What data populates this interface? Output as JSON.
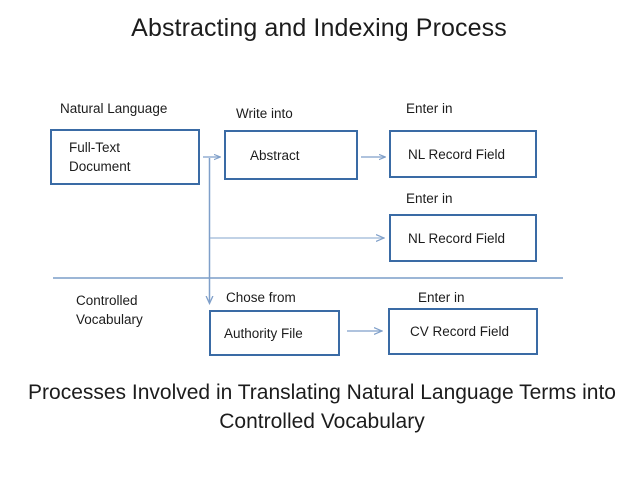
{
  "slide": {
    "title": "Abstracting and Indexing Process",
    "caption": "Processes Involved in Translating Natural Language Terms into Controlled Vocabulary",
    "background_color": "#ffffff",
    "accent_color": "#3a6ba5",
    "connector_color": "#7f9fc9",
    "divider_color": "#9cb6d6",
    "text_color": "#1c1c1c"
  },
  "labels": {
    "natural_language": "Natural Language",
    "write_into": "Write into",
    "enter_in_top": "Enter in",
    "enter_in_middle": "Enter in",
    "controlled_vocabulary": "Controlled Vocabulary",
    "chose_from": "Chose from",
    "enter_in_bottom": "Enter in"
  },
  "boxes": {
    "full_text_document": "Full-Text\nDocument",
    "abstract": "Abstract",
    "nl_record_field_top": "NL Record Field",
    "nl_record_field_middle": "NL Record Field",
    "authority_file": "Authority File",
    "cv_record_field": "CV Record Field"
  },
  "connectors": {
    "doc_to_abstract": "arrow-right",
    "abstract_to_nl_record": "arrow-right",
    "branch_to_nl_record_middle": "arrow-right",
    "branch_down_to_authority": "arrow-down",
    "authority_to_cv_record": "arrow-right",
    "section_divider": "horizontal-rule"
  },
  "chart_data": {
    "type": "diagram",
    "title": "Abstracting and Indexing Process",
    "nodes": [
      {
        "id": "full_text_document",
        "label": "Full-Text Document",
        "row": "natural-language",
        "column": 1
      },
      {
        "id": "abstract",
        "label": "Abstract",
        "row": "natural-language",
        "column": 2
      },
      {
        "id": "nl_record_field_top",
        "label": "NL Record Field",
        "row": "natural-language",
        "column": 3
      },
      {
        "id": "nl_record_field_middle",
        "label": "NL Record Field",
        "row": "natural-language-direct",
        "column": 3
      },
      {
        "id": "authority_file",
        "label": "Authority File",
        "row": "controlled-vocabulary",
        "column": 2
      },
      {
        "id": "cv_record_field",
        "label": "CV Record Field",
        "row": "controlled-vocabulary",
        "column": 3
      }
    ],
    "edges": [
      {
        "from": "full_text_document",
        "to": "abstract",
        "label": "Write into"
      },
      {
        "from": "abstract",
        "to": "nl_record_field_top",
        "label": "Enter in"
      },
      {
        "from": "full_text_document",
        "to": "nl_record_field_middle",
        "label": "Enter in"
      },
      {
        "from": "full_text_document",
        "to": "authority_file",
        "label": "Chose from"
      },
      {
        "from": "authority_file",
        "to": "cv_record_field",
        "label": "Enter in"
      }
    ],
    "groups": [
      {
        "id": "natural-language",
        "label": "Natural Language"
      },
      {
        "id": "controlled-vocabulary",
        "label": "Controlled Vocabulary"
      }
    ]
  }
}
